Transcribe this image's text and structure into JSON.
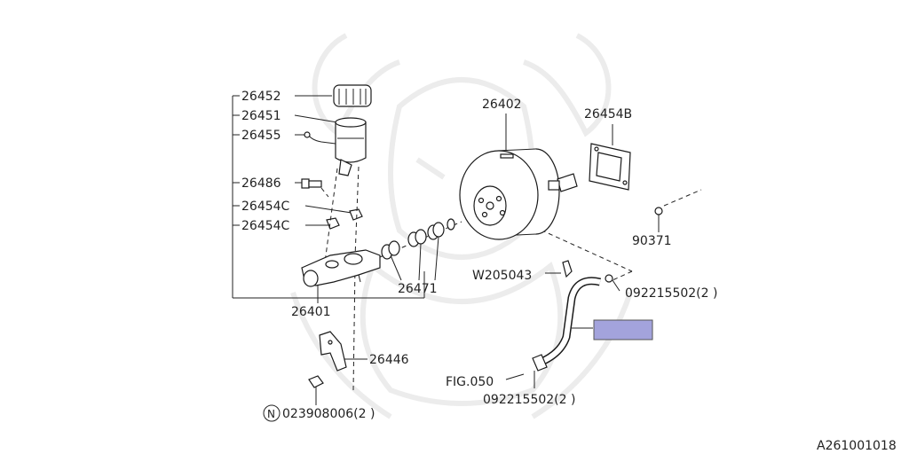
{
  "diagram": {
    "labels": {
      "p26452": "26452",
      "p26451": "26451",
      "p26455": "26455",
      "p26486": "26486",
      "p26454c_1": "26454C",
      "p26454c_2": "26454C",
      "p26401": "26401",
      "p26471": "26471",
      "p26446": "26446",
      "p023908006": "023908006(2 )",
      "n_marker": "N",
      "p26402": "26402",
      "p26454b": "26454B",
      "p90371": "90371",
      "pW205043": "W205043",
      "p092215502_a": "092215502(2 )",
      "p092215502_b": "092215502(2 )",
      "fig050": "FIG.050",
      "diagram_id": "A261001018"
    },
    "highlight_color": "#a3a3dc"
  }
}
